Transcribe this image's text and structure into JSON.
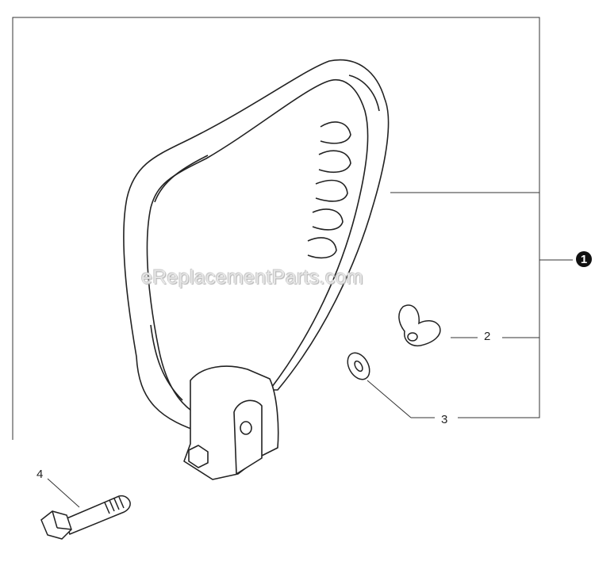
{
  "callouts": {
    "c1": "1",
    "c2": "2",
    "c3": "3",
    "c4": "4"
  },
  "watermark": "eReplacementParts.com",
  "colors": {
    "line": "#333333",
    "background": "#ffffff"
  }
}
